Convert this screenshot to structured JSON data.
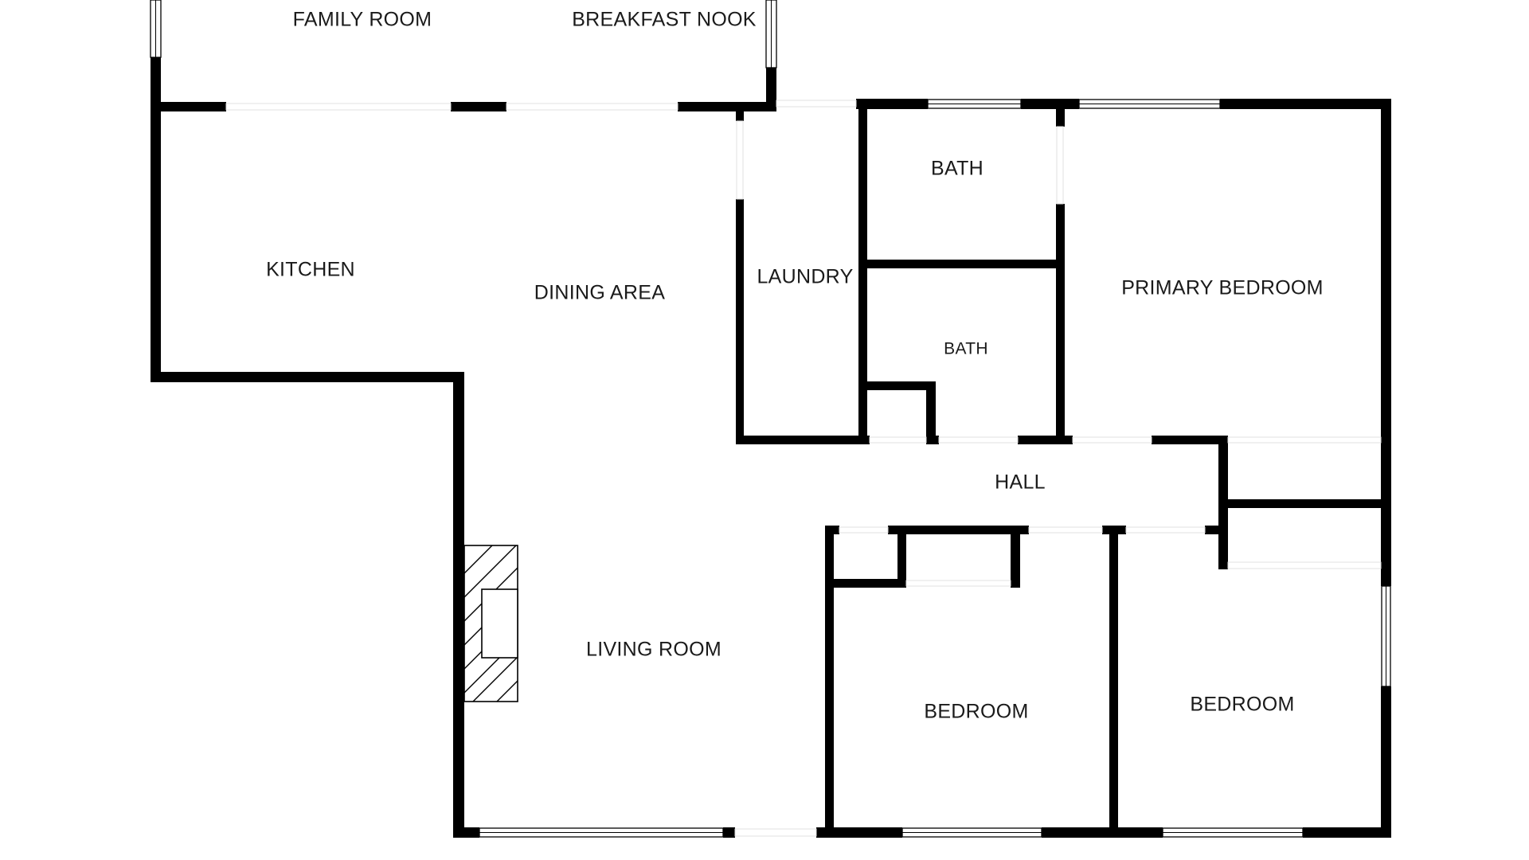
{
  "floorplan": {
    "rooms": {
      "family_room": "FAMILY ROOM",
      "breakfast_nook": "BREAKFAST NOOK",
      "kitchen": "KITCHEN",
      "dining_area": "DINING AREA",
      "laundry": "LAUNDRY",
      "bath_upper": "BATH",
      "bath_lower": "BATH",
      "primary_bedroom": "PRIMARY BEDROOM",
      "hall": "HALL",
      "living_room": "LIVING ROOM",
      "bedroom_middle": "BEDROOM",
      "bedroom_right": "BEDROOM"
    },
    "fixtures": {
      "fireplace": "fireplace-icon"
    },
    "colors": {
      "wall": "#000000",
      "background": "#ffffff",
      "label": "#1a1a1a"
    }
  }
}
